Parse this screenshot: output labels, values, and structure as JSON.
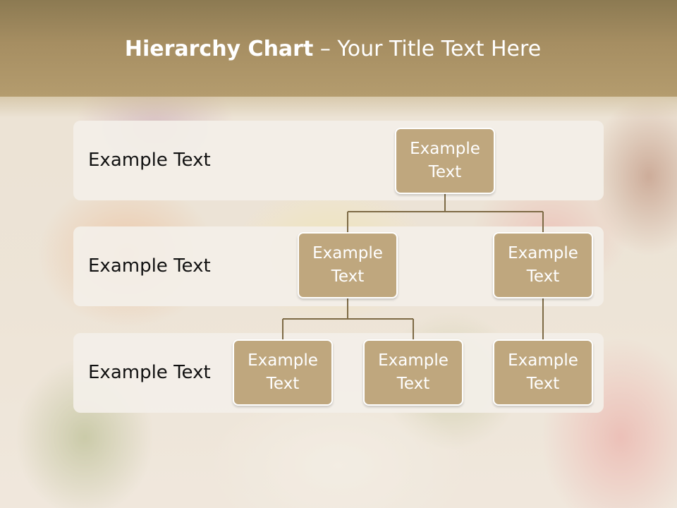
{
  "title": {
    "bold": "Hierarchy Chart",
    "rest": " – Your Title Text Here"
  },
  "levels": [
    {
      "label": "Example Text"
    },
    {
      "label": "Example Text"
    },
    {
      "label": "Example Text"
    }
  ],
  "nodes": {
    "root": "Example Text",
    "level2_left": "Example Text",
    "level2_right": "Example Text",
    "level3_a": "Example Text",
    "level3_b": "Example Text",
    "level3_c": "Example Text"
  },
  "colors": {
    "node_fill": "#bfa77e",
    "connector": "#7d6a45",
    "title_bar": "#a68e62"
  }
}
